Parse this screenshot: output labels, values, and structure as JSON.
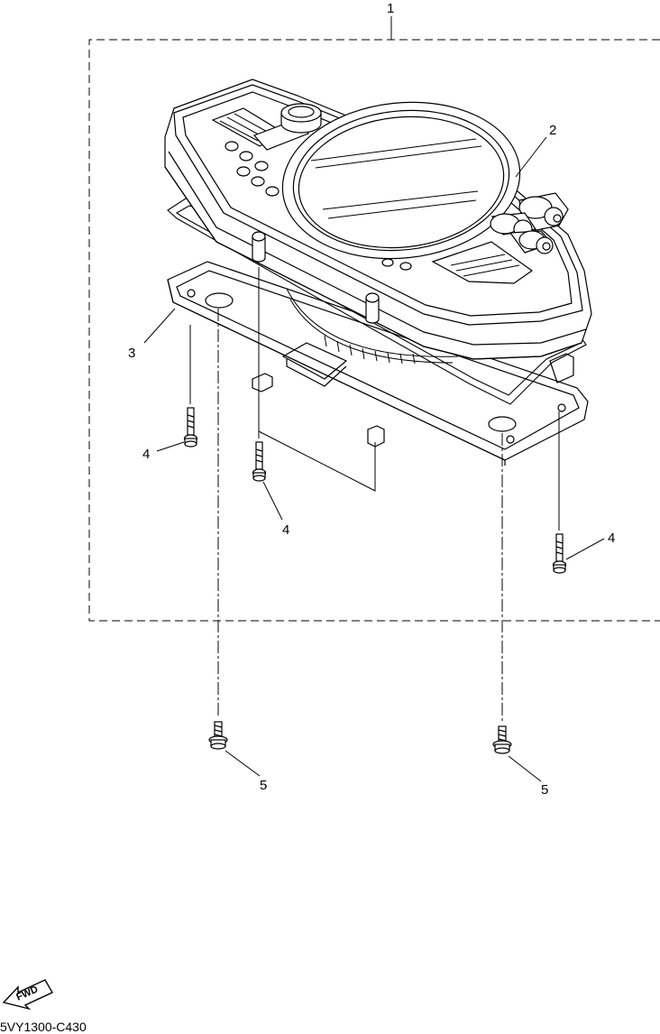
{
  "callouts": {
    "c1": "1",
    "c2": "2",
    "c3": "3",
    "c4a": "4",
    "c4b": "4",
    "c4c": "4",
    "c5a": "5",
    "c5b": "5"
  },
  "badge": {
    "text": "FWD"
  },
  "drawing_code": "5VY1300-C430"
}
